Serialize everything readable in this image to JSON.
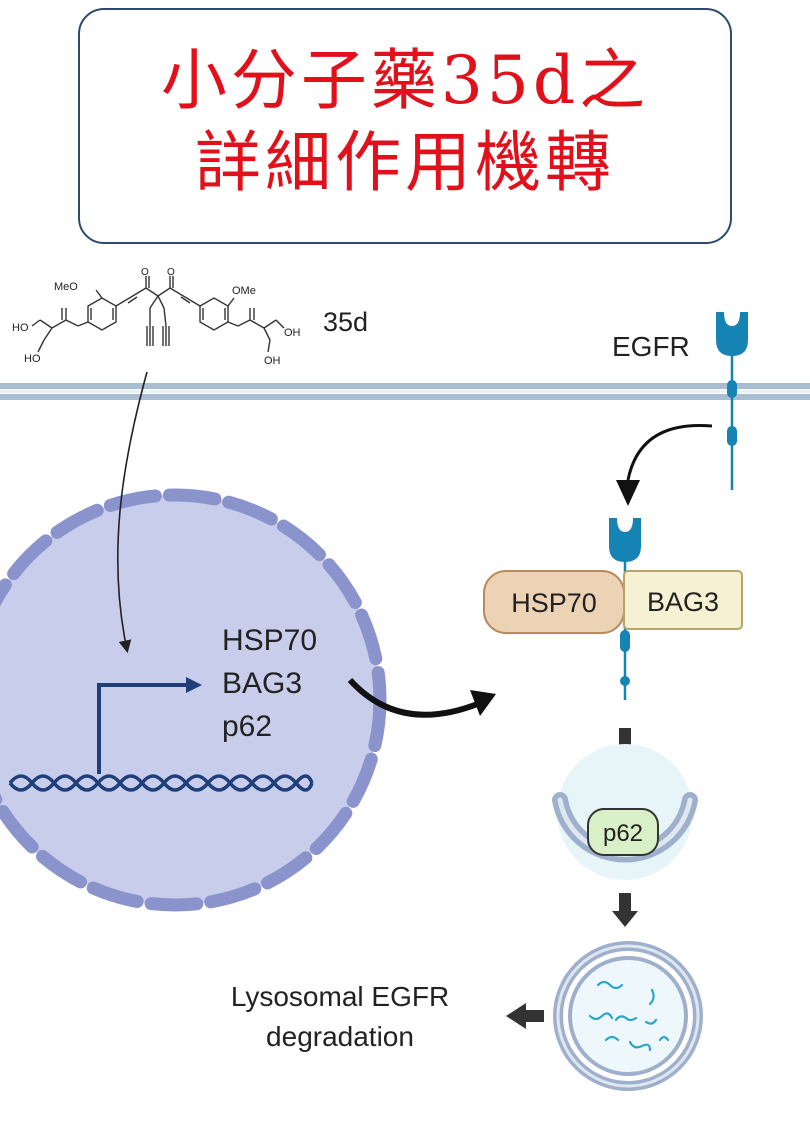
{
  "title": {
    "line1": "小分子藥35d之",
    "line2": "詳細作用機轉"
  },
  "compound": {
    "label": "35d",
    "substituents": [
      "MeO",
      "OMe",
      "O",
      "O",
      "HO",
      "HO",
      "OH",
      "OH"
    ]
  },
  "receptor": {
    "label": "EGFR"
  },
  "nucleus": {
    "genes": [
      "HSP70",
      "BAG3",
      "p62"
    ]
  },
  "complex": {
    "left": "HSP70",
    "right": "BAG3"
  },
  "autophagosome": {
    "label": "p62"
  },
  "outcome": {
    "line1": "Lysosomal EGFR",
    "line2": "degradation"
  },
  "colors": {
    "title_red": "#e0111b",
    "nucleus_fill": "#c8cdeb",
    "nucleus_border": "#8a93cc",
    "dna": "#1f3f7a",
    "receptor": "#1683b5",
    "hsp70_fill": "#ecd3b6",
    "bag3_fill": "#f6f1d3",
    "p62_fill": "#d8efc8"
  }
}
